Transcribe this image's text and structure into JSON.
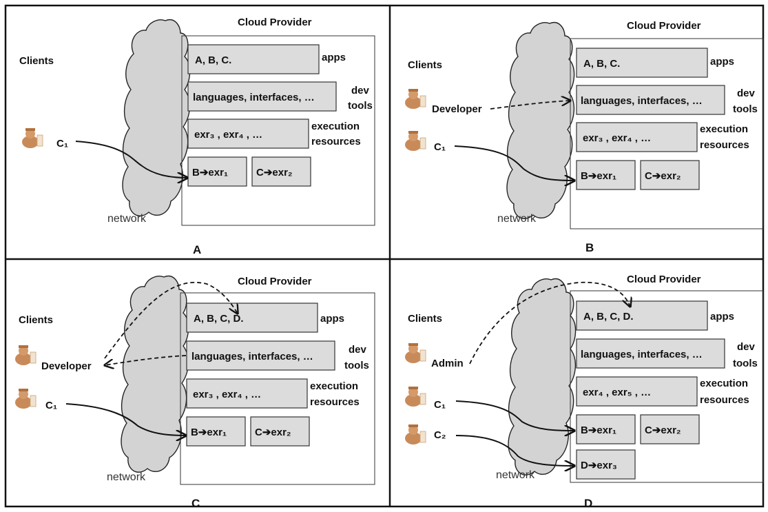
{
  "cloud_provider": "Cloud Provider",
  "clients": "Clients",
  "network": "network",
  "apps": "apps",
  "dev": "dev",
  "tools": "tools",
  "execution": "execution",
  "resources": "resources",
  "lang_box": "languages, interfaces, …",
  "panels": {
    "A": {
      "letter": "A",
      "apps_box": "A, B, C.",
      "exr_box": "exr₃ , exr₄ , …",
      "alloc1": "B➔exr₁",
      "alloc2": "C➔exr₂",
      "client1": "C₁"
    },
    "B": {
      "letter": "B",
      "apps_box": "A, B, C.",
      "exr_box": "exr₃ , exr₄ , …",
      "alloc1": "B➔exr₁",
      "alloc2": "C➔exr₂",
      "dev_user": "Developer",
      "client1": "C₁"
    },
    "C": {
      "letter": "C",
      "apps_box": "A, B, C, D.",
      "exr_box": "exr₃ , exr₄ , …",
      "alloc1": "B➔exr₁",
      "alloc2": "C➔exr₂",
      "dev_user": "Developer",
      "client1": "C₁"
    },
    "D": {
      "letter": "D",
      "apps_box": "A, B, C, D.",
      "exr_box": "exr₄ , exr₅ , …",
      "alloc1": "B➔exr₁",
      "alloc2": "C➔exr₂",
      "alloc3": "D➔exr₃",
      "admin_user": "Admin",
      "client1": "C₁",
      "client2": "C₂"
    }
  }
}
